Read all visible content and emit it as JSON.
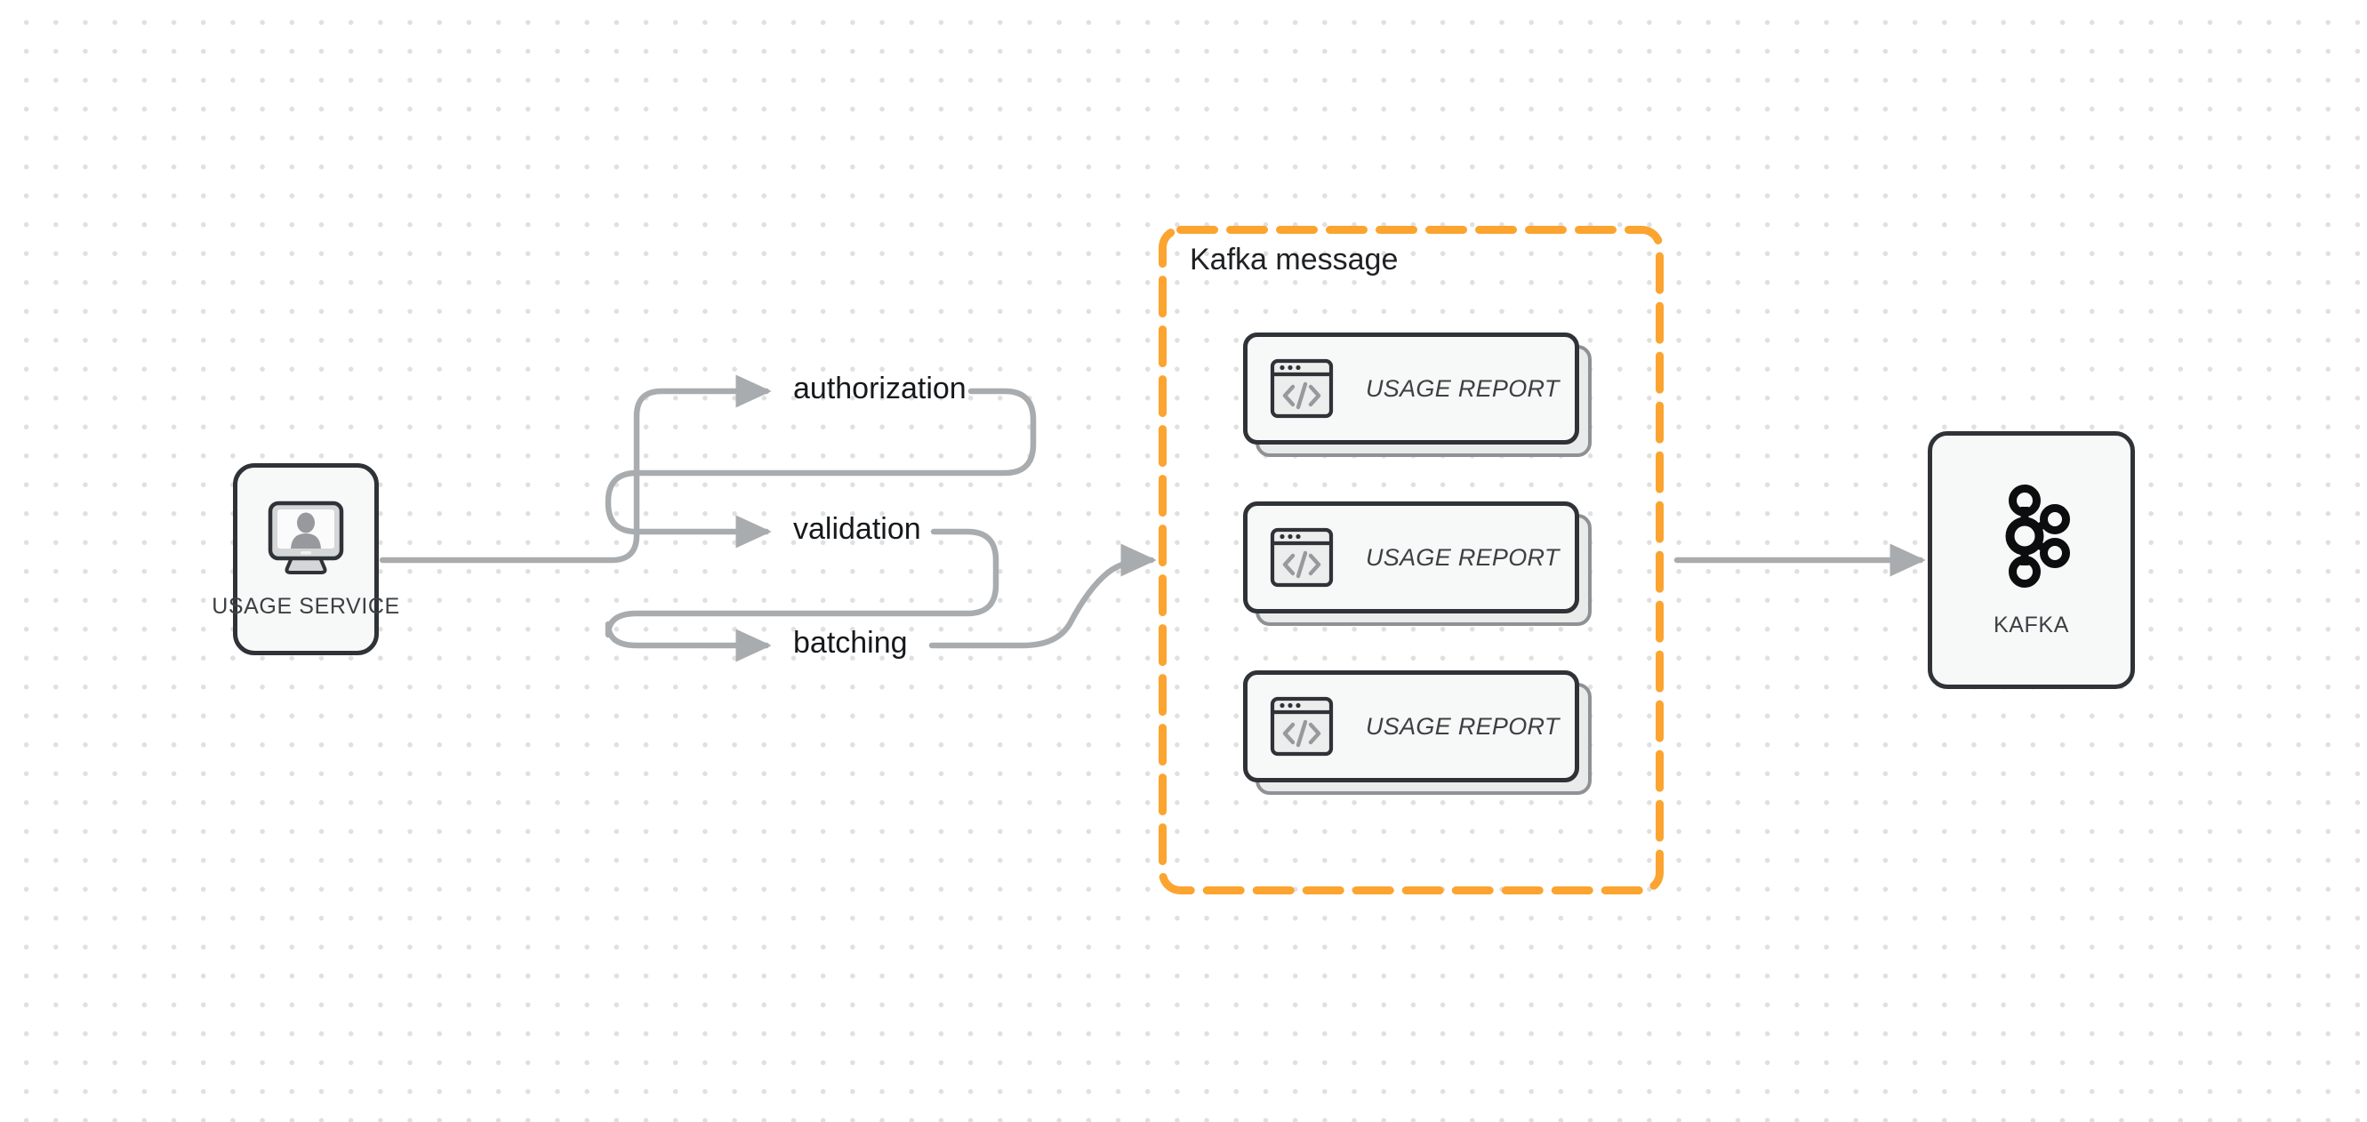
{
  "diagram": {
    "title": "Usage Service to Kafka message flow",
    "background": {
      "dot_color": "#e0e0e0",
      "page_color": "#ffffff"
    },
    "colors": {
      "node_border": "#2f3338",
      "node_fill": "#f7f8f8",
      "connector": "#a9acae",
      "group_accent": "#fba430",
      "label_text": "#16191c",
      "card_back_fill": "#e9eaea",
      "card_back_border": "#8e9295"
    }
  },
  "nodes": {
    "usage_service": {
      "label": "USAGE SERVICE",
      "icon": "monitor-user-icon"
    },
    "kafka": {
      "label": "KAFKA",
      "icon": "kafka-logo-icon"
    }
  },
  "steps": [
    {
      "label": "authorization"
    },
    {
      "label": "validation"
    },
    {
      "label": "batching"
    }
  ],
  "group": {
    "title": "Kafka message",
    "cards": [
      {
        "label": "USAGE REPORT",
        "icon": "code-window-icon"
      },
      {
        "label": "USAGE REPORT",
        "icon": "code-window-icon"
      },
      {
        "label": "USAGE REPORT",
        "icon": "code-window-icon"
      }
    ]
  }
}
